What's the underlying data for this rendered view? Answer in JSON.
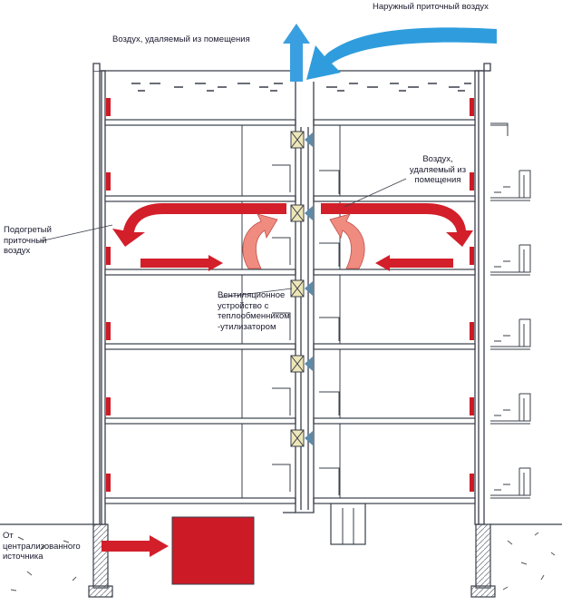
{
  "labels": {
    "outdoor_air": "Наружный приточный воздух",
    "exhaust_top": "Воздух, удаляемый из помещения",
    "exhaust_room": "Воздух,\nудаляемый из\nпомещения",
    "heated_supply": "Подогретый\nприточный\nвоздух",
    "ventilation_unit": "Вентиляционное\nустройство с\nтеплообменником\n-утилизатором",
    "central_source": "От\nцентрализованного\nисточника"
  },
  "colors": {
    "outline": "#3a3f4a",
    "floor_slab": "#5d6470",
    "heater_red": "#cc1b26",
    "warm_arrow": "#d21f2a",
    "recirc_arrow": "#f08b7f",
    "outdoor_arrow": "#2f9ddd",
    "exhaust_arrow": "#3a9fe0",
    "unit_fill": "#efe7b8",
    "grille_blue": "#5d8aa8"
  },
  "icons": {
    "heat_exchanger": "cross-box-icon",
    "grille": "triangle-grille-icon"
  }
}
